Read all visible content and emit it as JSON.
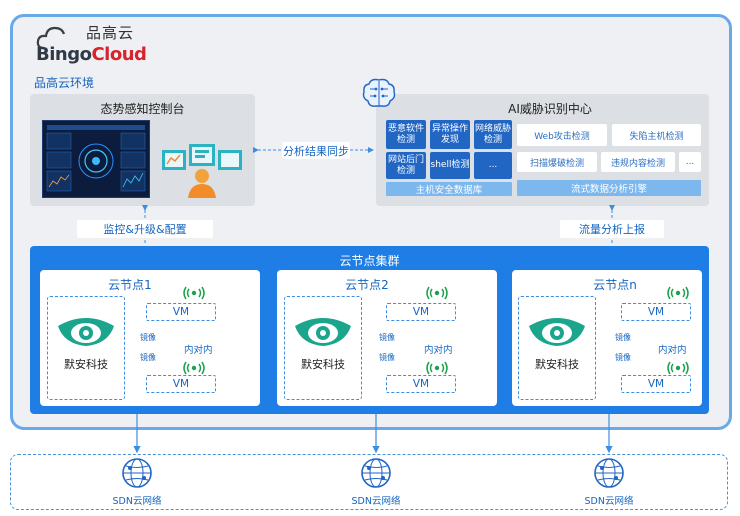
{
  "logo": {
    "cn": "品高云",
    "en_prefix": "Bingo",
    "en_suffix": "Cloud"
  },
  "environment": {
    "label": "品高云环境"
  },
  "console": {
    "title": "态势感知控制台"
  },
  "ai_center": {
    "title": "AI威胁识别中心",
    "host_detections": [
      {
        "label": "恶意软件检测"
      },
      {
        "label": "异常操作发现"
      },
      {
        "label": "网络威胁检测"
      },
      {
        "label": "网站后门检测"
      },
      {
        "label": "shell检测"
      },
      {
        "label": "..."
      }
    ],
    "host_db": "主机安全数据库",
    "flow_detections": [
      {
        "label": "Web攻击检测"
      },
      {
        "label": "失陷主机检测"
      },
      {
        "label": "扫描爆破检测"
      },
      {
        "label": "违规内容检测"
      },
      {
        "label": "..."
      }
    ],
    "flow_engine": "流式数据分析引擎"
  },
  "connectors": {
    "sync": "分析结果同步",
    "monitor": "监控&升级&配置",
    "report": "流量分析上报"
  },
  "cluster": {
    "title": "云节点集群",
    "nodes": [
      {
        "title": "云节点1",
        "company": "默安科技",
        "vm_top": "VM",
        "vm_bottom": "VM",
        "mirror_1": "镜像",
        "mirror_2": "镜像",
        "inner": "内对内"
      },
      {
        "title": "云节点2",
        "company": "默安科技",
        "vm_top": "VM",
        "vm_bottom": "VM",
        "mirror_1": "镜像",
        "mirror_2": "镜像",
        "inner": "内对内"
      },
      {
        "title": "云节点n",
        "company": "默安科技",
        "vm_top": "VM",
        "vm_bottom": "VM",
        "mirror_1": "镜像",
        "mirror_2": "镜像",
        "inner": "内对内"
      }
    ]
  },
  "sdn": {
    "items": [
      {
        "label": "SDN云网络"
      },
      {
        "label": "SDN云网络"
      },
      {
        "label": "SDN云网络"
      }
    ]
  },
  "colors": {
    "primary": "#1e7ee6",
    "frame": "#6aa9e8",
    "dark_chip": "#2266c4",
    "band": "#7cb7ee",
    "logo_red": "#d7232c"
  }
}
